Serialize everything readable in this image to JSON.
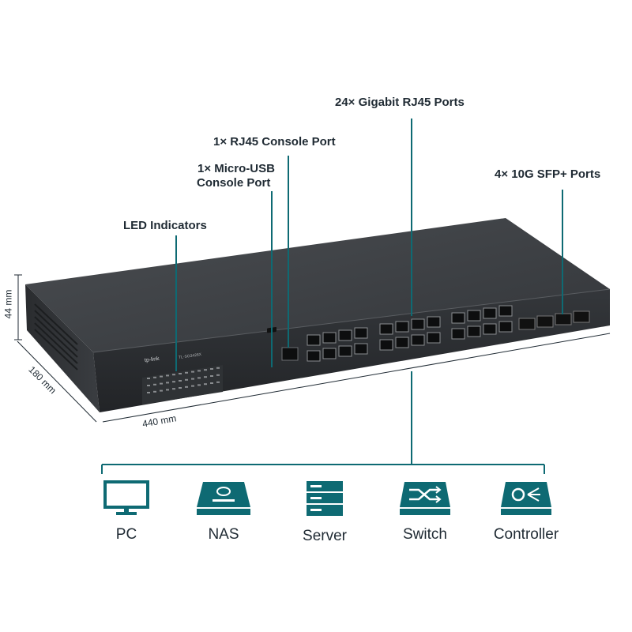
{
  "callouts": {
    "rj45_ports": "24× Gigabit RJ45 Ports",
    "console_rj45": "1× RJ45 Console Port",
    "console_usb_line1": "1× Micro-USB",
    "console_usb_line2": "Console Port",
    "sfp_ports": "4× 10G SFP+ Ports",
    "led_indicators": "LED Indicators"
  },
  "dimensions": {
    "height": "44 mm",
    "depth": "180 mm",
    "width": "440 mm"
  },
  "device": {
    "brand": "tp-link",
    "model": "TL-SG3428X"
  },
  "connected_devices": [
    {
      "label": "PC",
      "icon": "pc-icon"
    },
    {
      "label": "NAS",
      "icon": "nas-icon"
    },
    {
      "label": "Server",
      "icon": "server-icon"
    },
    {
      "label": "Switch",
      "icon": "switch-icon"
    },
    {
      "label": "Controller",
      "icon": "controller-icon"
    }
  ],
  "colors": {
    "accent": "#0e6a73",
    "chassis_top": "#3b3e42",
    "chassis_front": "#2b2e31",
    "text": "#1f2a33"
  }
}
